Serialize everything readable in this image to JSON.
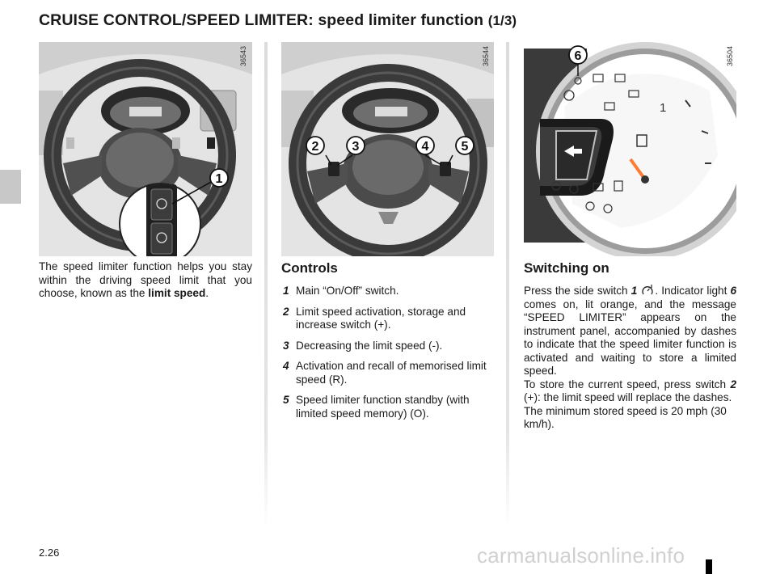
{
  "header": {
    "title": "CRUISE CONTROL/SPEED LIMITER: speed limiter function",
    "page_marker": "(1/3)"
  },
  "figures": {
    "left": {
      "ref": "36543",
      "callouts": [
        "1"
      ]
    },
    "middle": {
      "ref": "36544",
      "callouts": [
        "2",
        "3",
        "4",
        "5"
      ]
    },
    "right": {
      "ref": "36504",
      "callouts": [
        "6"
      ],
      "gauge_mark": "1"
    }
  },
  "intro": {
    "text": "The speed limiter function helps you stay within the driving speed limit that you choose, known as the ",
    "bold": "limit speed",
    "end": "."
  },
  "controls": {
    "heading": "Controls",
    "items": [
      {
        "num": "1",
        "text": "Main “On/Off” switch."
      },
      {
        "num": "2",
        "text": "Limit speed activation, storage and increase switch (+)."
      },
      {
        "num": "3",
        "text": "Decreasing the limit speed (-)."
      },
      {
        "num": "4",
        "text": "Activation and recall of memorised limit speed (R)."
      },
      {
        "num": "5",
        "text": "Speed limiter function standby (with limited speed memory) (O)."
      }
    ]
  },
  "switching_on": {
    "heading": "Switching on",
    "p1_a": "Press the side switch ",
    "p1_num1": "1",
    "p1_b": ". Indicator light ",
    "p1_num2": "6",
    "p1_c": " comes on, lit orange, and the message “SPEED LIMITER” appears on the instrument panel, accompanied by dashes to indicate that the speed limiter function is activated and waiting to store a limited speed.",
    "p2_a": "To store the current speed, press switch ",
    "p2_num": "2",
    "p2_b": " (+): the limit speed will replace the dashes.",
    "p3": "The minimum stored speed is 20 mph (30 km/h)."
  },
  "footer": {
    "page_number": "2.26",
    "watermark": "carmanualsonline.info"
  }
}
